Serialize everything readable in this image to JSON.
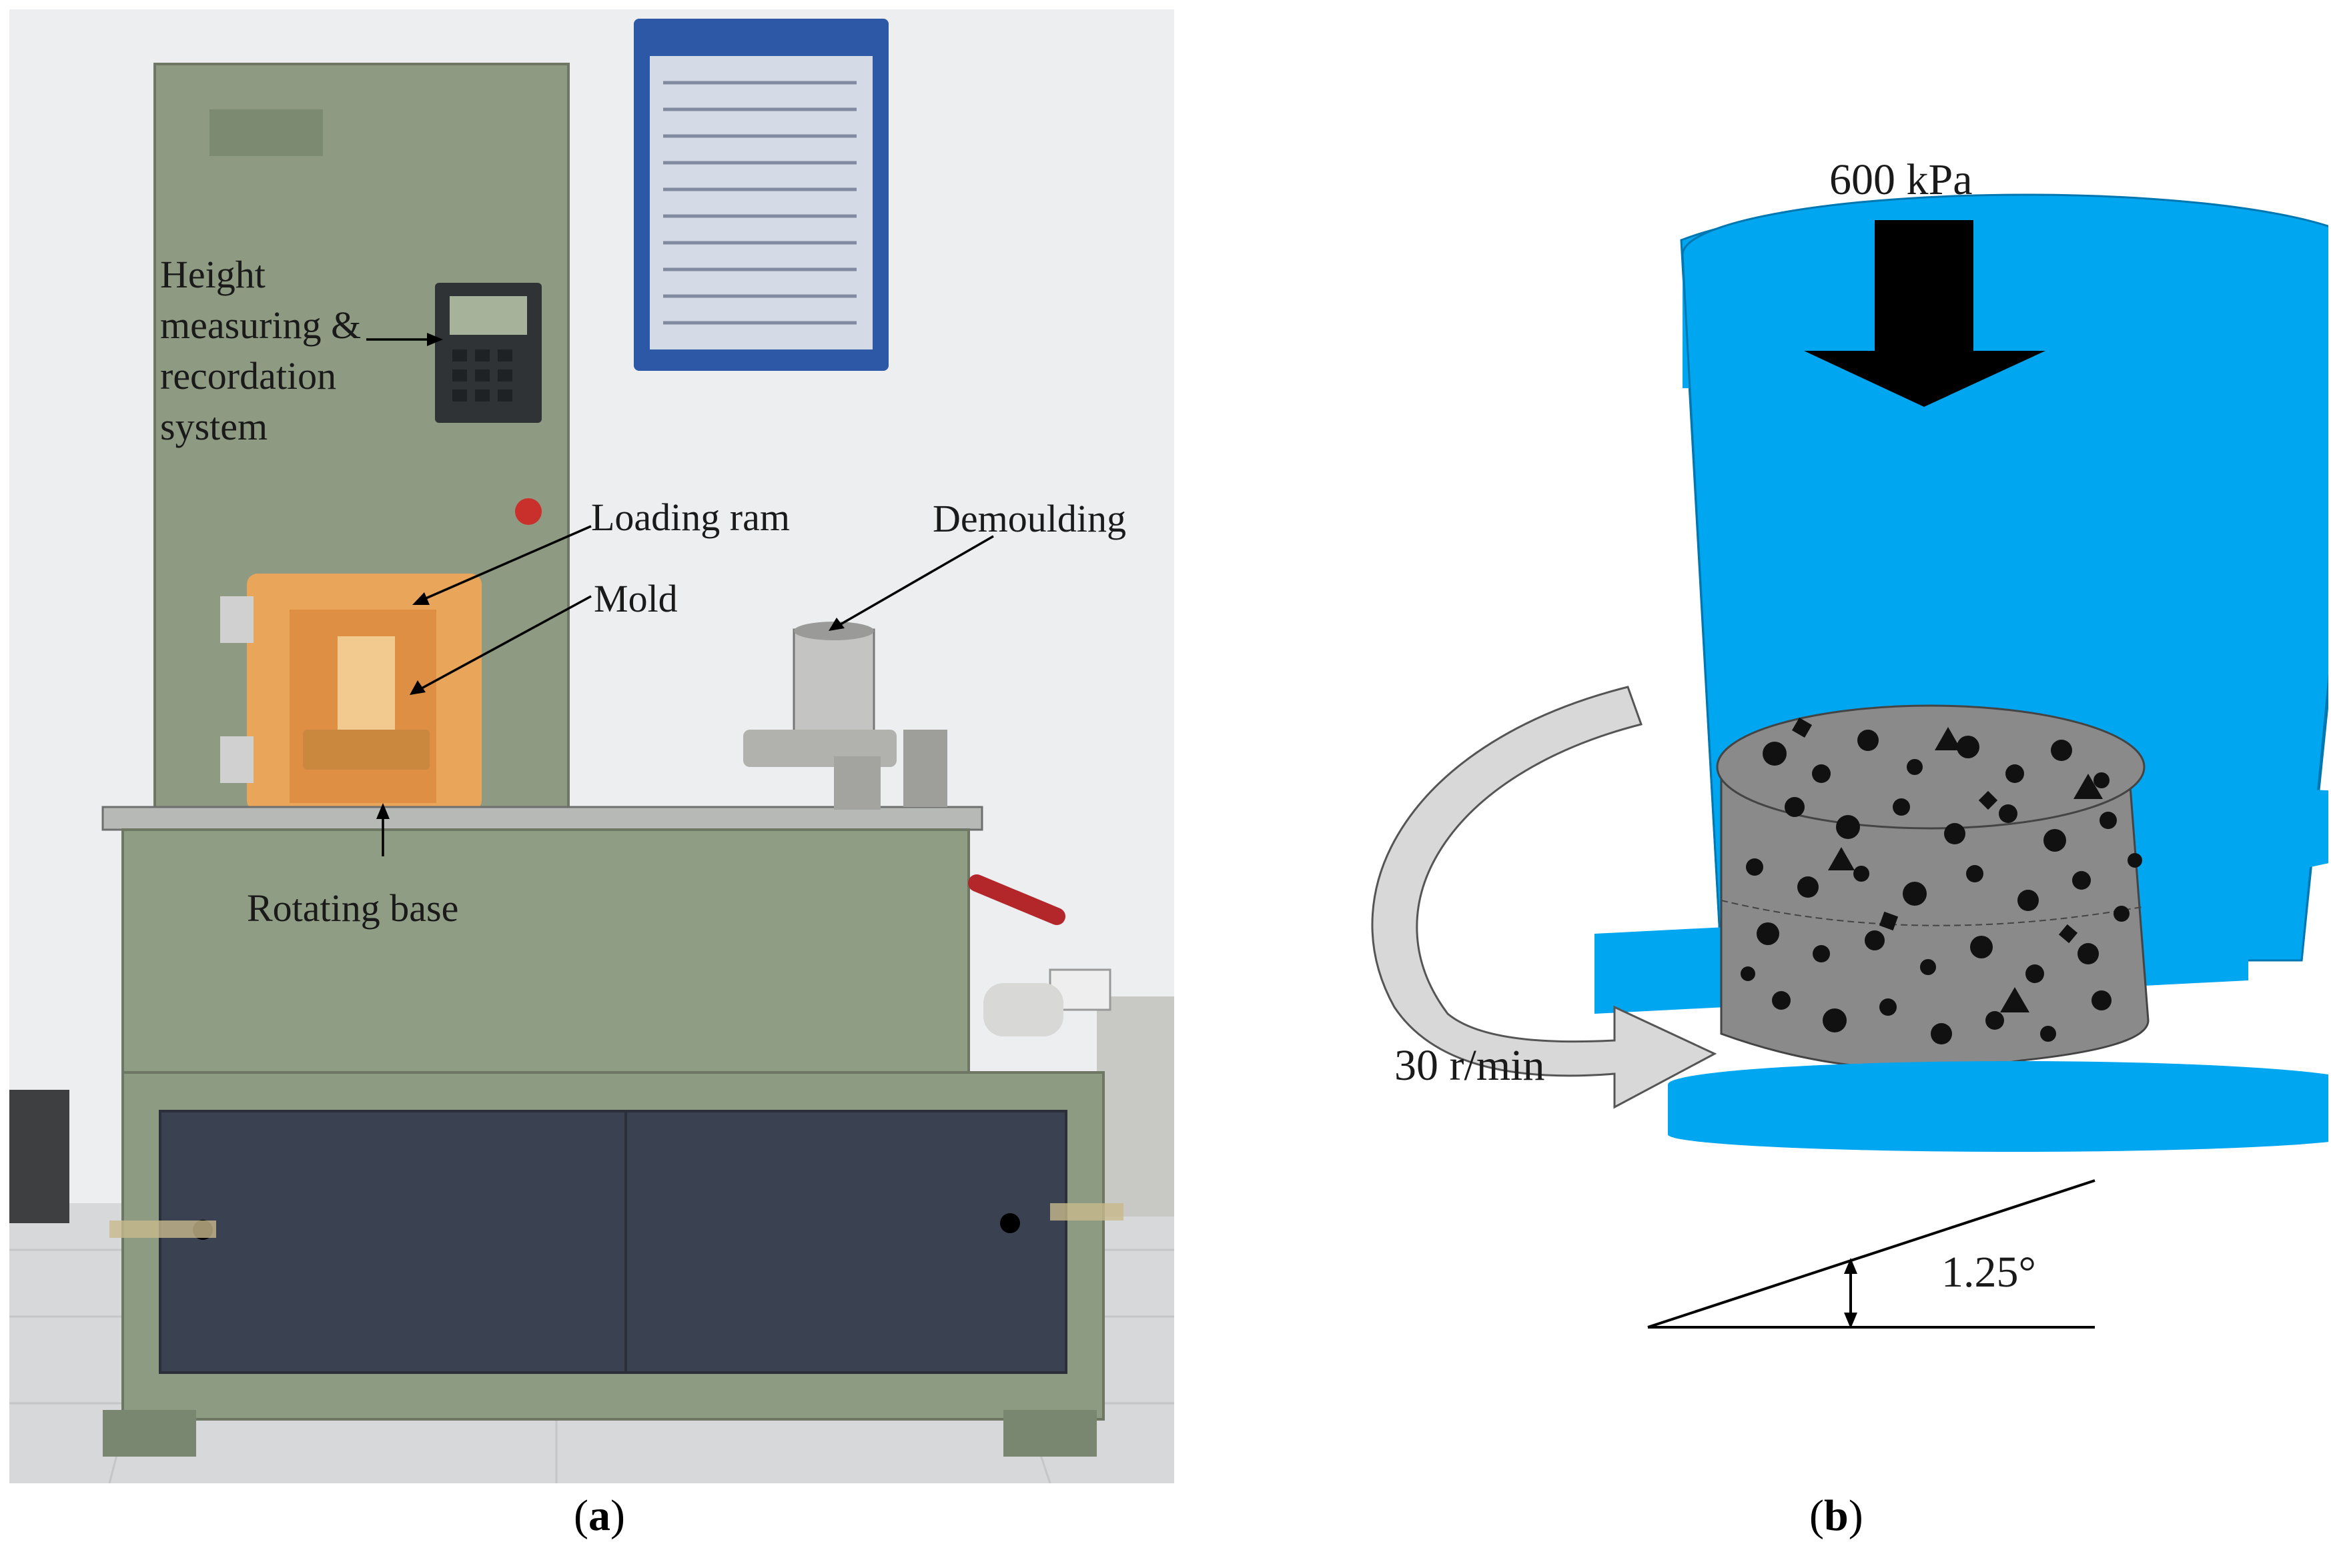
{
  "panel_a": {
    "labels": {
      "height_system": [
        "Height",
        "measuring &",
        "recordation",
        "system"
      ],
      "loading_ram": "Loading ram",
      "mold": "Mold",
      "demoulding": "Demoulding",
      "rotating_base": "Rotating base"
    },
    "caption": {
      "open": "(",
      "letter": "a",
      "close": ")"
    }
  },
  "panel_b": {
    "pressure": "600 kPa",
    "speed": "30 r/min",
    "angle": "1.25°",
    "caption": {
      "open": "(",
      "letter": "b",
      "close": ")"
    }
  },
  "colors": {
    "machine_body": "#8c9a80",
    "cabinet_panel": "#3a4150",
    "wall": "#eef0f2",
    "floor": "#d8dadb",
    "chamber_glow": "#e9a65a",
    "cylinder_blue": "#00a6ef",
    "specimen_gray": "#8a8a8a"
  }
}
